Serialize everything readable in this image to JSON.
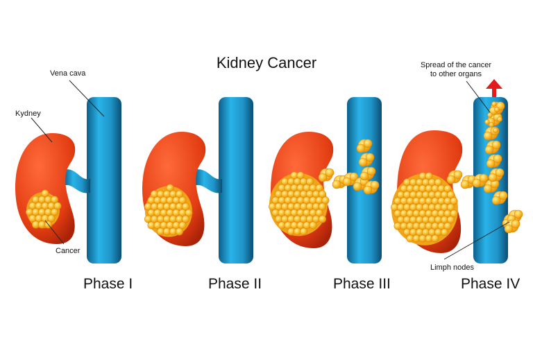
{
  "title": "Kidney Cancer",
  "phases": [
    {
      "label": "Phase I"
    },
    {
      "label": "Phase II"
    },
    {
      "label": "Phase III"
    },
    {
      "label": "Phase IV"
    }
  ],
  "labels": {
    "vena_cava": "Vena cava",
    "kidney": "Kydney",
    "cancer": "Cancer",
    "spread": "Spread of the cancer\nto other organs",
    "lymph": "Limph nodes"
  },
  "colors": {
    "kidney": "#e8431a",
    "kidney_dark": "#b7260b",
    "vein": "#1fa0d6",
    "vein_dark": "#0d5f8a",
    "tumor": "#f7b21a",
    "tumor_light": "#fde07a",
    "arrow": "#e31b1b"
  }
}
